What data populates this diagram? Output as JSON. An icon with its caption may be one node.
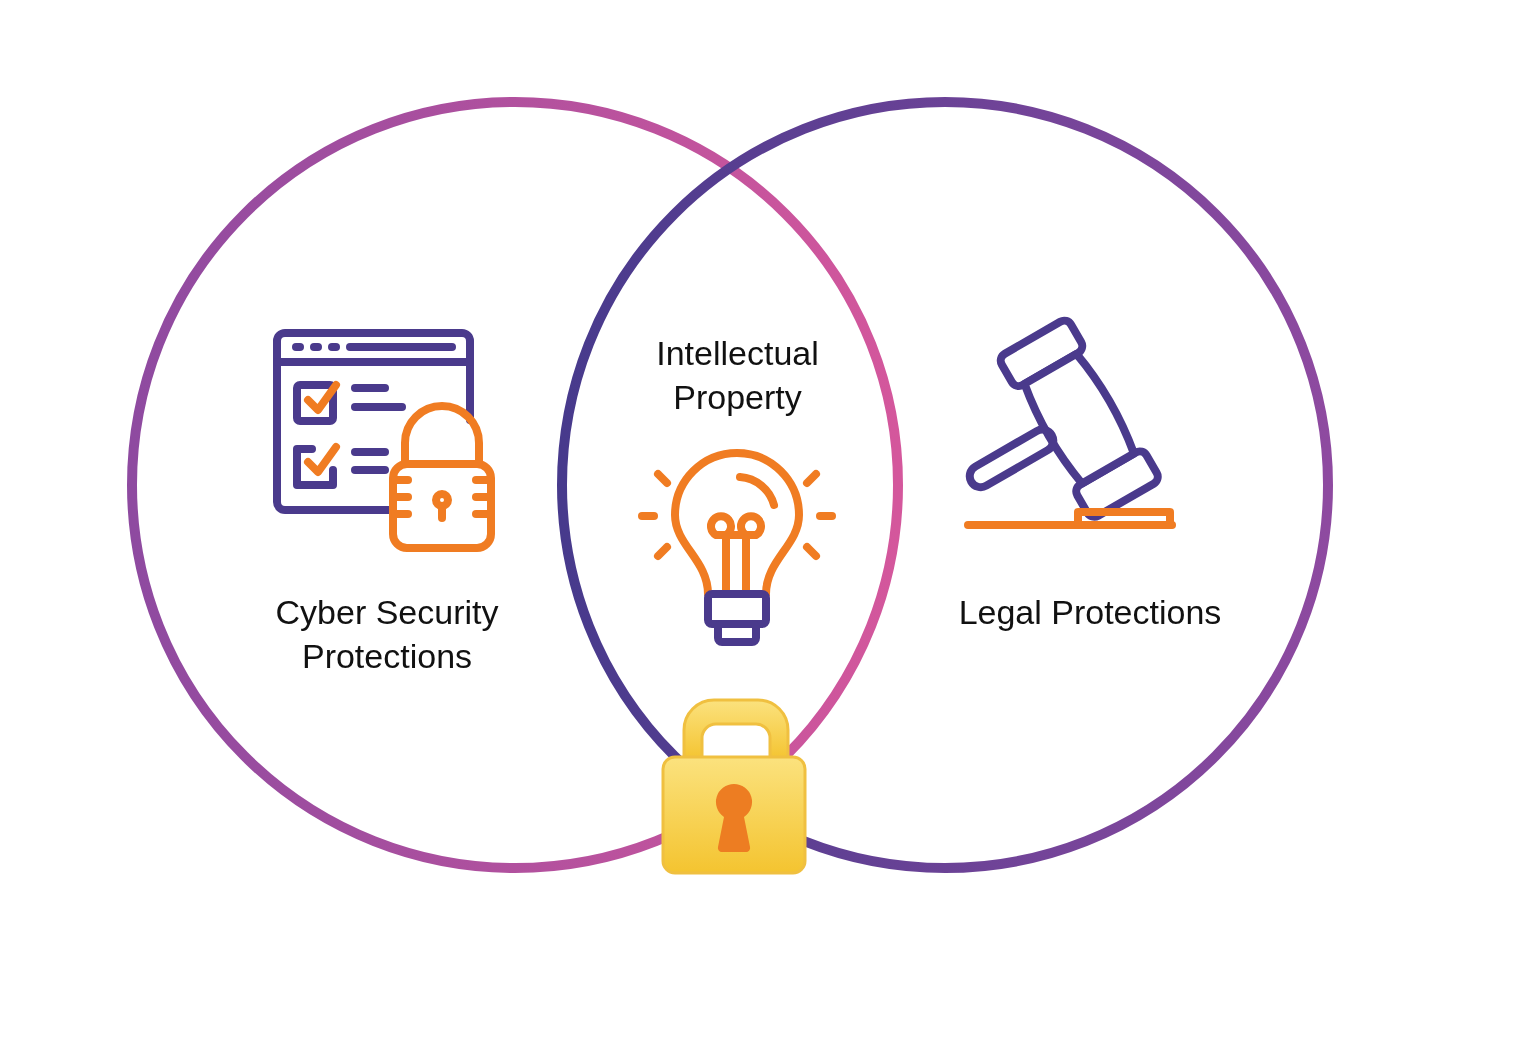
{
  "diagram": {
    "nodes": [
      {
        "text": [
          "Cyber Security Protections"
        ]
      },
      {
        "text": [
          "Legal Protections"
        ]
      }
    ],
    "labels": [
      "Intellectual Property"
    ]
  }
}
